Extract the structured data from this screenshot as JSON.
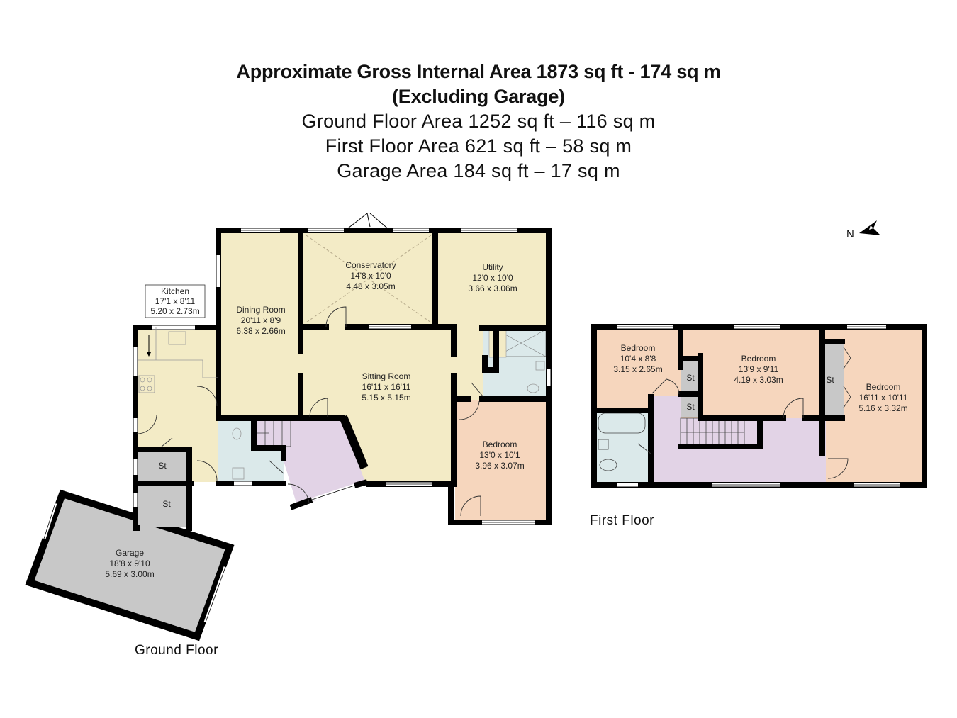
{
  "header": {
    "title_line1": "Approximate Gross Internal Area 1873 sq ft - 174 sq m",
    "title_line2": "(Excluding Garage)",
    "ground_floor_area": "Ground Floor Area 1252 sq ft – 116 sq m",
    "first_floor_area": "First Floor Area 621 sq ft – 58 sq m",
    "garage_area": "Garage Area 184 sq ft – 17 sq m"
  },
  "compass": {
    "label": "N",
    "icon": "north-arrow-icon"
  },
  "colors": {
    "living": "#f3ebc6",
    "bedroom": "#f6d6bd",
    "bathroom": "#dbe9ea",
    "landing": "#e2d3e6",
    "storage": "#c8c8c8",
    "wall": "#000000"
  },
  "ground_floor": {
    "label": "Ground Floor",
    "rooms": {
      "kitchen": {
        "name": "Kitchen",
        "imperial": "17'1 x 8'11",
        "metric": "5.20 x 2.73m"
      },
      "dining": {
        "name": "Dining Room",
        "imperial": "20'11 x 8'9",
        "metric": "6.38 x 2.66m"
      },
      "conservatory": {
        "name": "Conservatory",
        "imperial": "14'8 x 10'0",
        "metric": "4.48 x 3.05m"
      },
      "utility": {
        "name": "Utility",
        "imperial": "12'0 x 10'0",
        "metric": "3.66 x 3.06m"
      },
      "sitting": {
        "name": "Sitting Room",
        "imperial": "16'11 x 16'11",
        "metric": "5.15 x 5.15m"
      },
      "bedroom": {
        "name": "Bedroom",
        "imperial": "13'0 x 10'1",
        "metric": "3.96 x 3.07m"
      },
      "garage": {
        "name": "Garage",
        "imperial": "18'8 x 9'10",
        "metric": "5.69 x 3.00m"
      },
      "store1": {
        "name": "St"
      },
      "store2": {
        "name": "St"
      }
    }
  },
  "first_floor": {
    "label": "First Floor",
    "rooms": {
      "bedroom1": {
        "name": "Bedroom",
        "imperial": "10'4 x 8'8",
        "metric": "3.15 x 2.65m"
      },
      "bedroom2": {
        "name": "Bedroom",
        "imperial": "13'9 x 9'11",
        "metric": "4.19 x 3.03m"
      },
      "bedroom3": {
        "name": "Bedroom",
        "imperial": "16'11 x 10'11",
        "metric": "5.16 x 3.32m"
      },
      "store1": {
        "name": "St"
      },
      "store2": {
        "name": "St"
      },
      "store3": {
        "name": "St"
      }
    }
  }
}
